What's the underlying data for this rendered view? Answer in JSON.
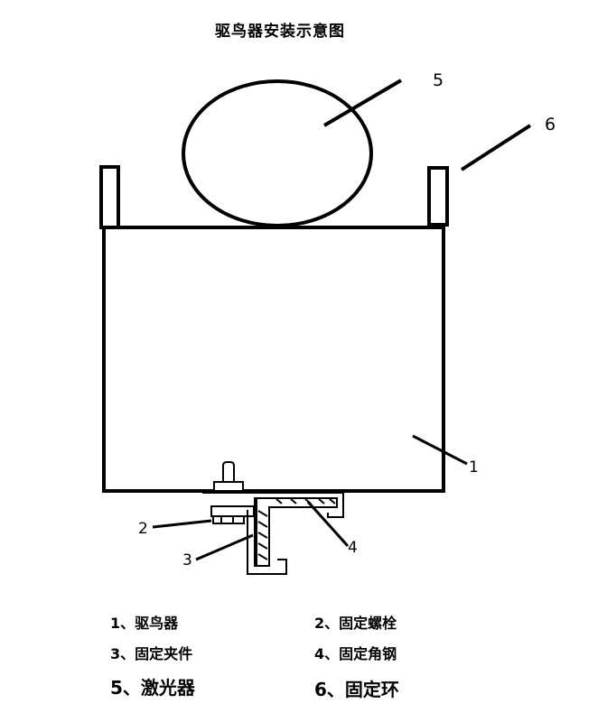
{
  "title": "驱鸟器安装示意图",
  "callouts": {
    "c1": "1",
    "c2": "2",
    "c3": "3",
    "c4": "4",
    "c5": "5",
    "c6": "6"
  },
  "legend": [
    {
      "id": "1",
      "label": "1、驱鸟器"
    },
    {
      "id": "2",
      "label": "2、固定螺栓"
    },
    {
      "id": "3",
      "label": "3、固定夹件"
    },
    {
      "id": "4",
      "label": "4、固定角钢"
    },
    {
      "id": "5",
      "label": "5、激光器"
    },
    {
      "id": "6",
      "label": "6、固定环"
    }
  ],
  "colors": {
    "line": "#000000",
    "background": "#ffffff"
  }
}
